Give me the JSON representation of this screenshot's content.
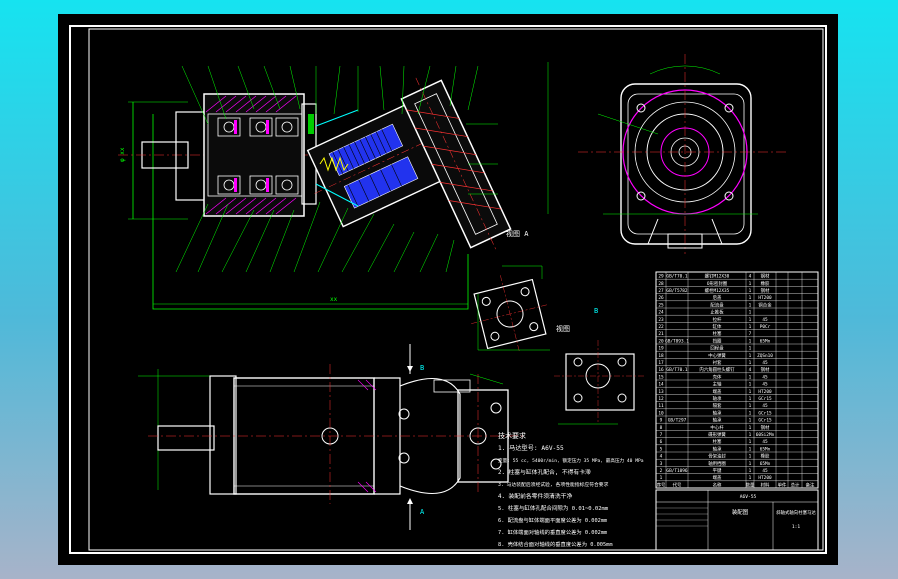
{
  "views": {
    "view_a_label": "视图 A",
    "view_b_label": "视图",
    "view_b_letter": "B",
    "section_letter_top": "B",
    "section_letter_bottom": "A",
    "dim_overall": "xx",
    "dim_height": "φ xx"
  },
  "notes": {
    "title": "技术要求",
    "lines": [
      "1. 马达型号:  A6V-55",
      "   变量: 55 cc, 5400r/min, 额定压力 35 MPa, 最高压力 40 MPa",
      "2. 柱塞与缸体孔配合, 不得有卡滞",
      "3. 马达装配后须经试验, 各项性能指标应符合要求",
      "4. 装配前各零件须清洗干净",
      "5. 柱塞与缸体孔配合间隙为 0.01~0.02mm",
      "6. 配流盘与缸体端面平面度公差为 0.002mm",
      "7. 缸体端面对轴线的垂直度公差为 0.002mm",
      "8. 壳体结合面对轴线的垂直度公差为 0.005mm"
    ]
  },
  "bom": {
    "rows": [
      {
        "no": "29",
        "code": "GB/T70.1",
        "name": "螺钉M12X30",
        "qty": "4",
        "mat": "钢材"
      },
      {
        "no": "28",
        "code": "",
        "name": "O形密封圈",
        "qty": "1",
        "mat": "橡胶"
      },
      {
        "no": "27",
        "code": "GB/T5782",
        "name": "螺栓M12X35",
        "qty": "1",
        "mat": "钢材"
      },
      {
        "no": "26",
        "code": "",
        "name": "后盖",
        "qty": "1",
        "mat": "HT200"
      },
      {
        "no": "25",
        "code": "",
        "name": "配流盘",
        "qty": "1",
        "mat": "铜合金"
      },
      {
        "no": "24",
        "code": "",
        "name": "止推板",
        "qty": "1",
        "mat": ""
      },
      {
        "no": "23",
        "code": "",
        "name": "拉杆",
        "qty": "1",
        "mat": "45"
      },
      {
        "no": "22",
        "code": "",
        "name": "缸体",
        "qty": "1",
        "mat": "P0Cr"
      },
      {
        "no": "21",
        "code": "",
        "name": "柱塞",
        "qty": "7",
        "mat": ""
      },
      {
        "no": "20",
        "code": "GB/T893.1",
        "name": "挡圈",
        "qty": "1",
        "mat": "65Mn"
      },
      {
        "no": "19",
        "code": "",
        "name": "回程盘",
        "qty": "1",
        "mat": ""
      },
      {
        "no": "18",
        "code": "",
        "name": "中心弹簧",
        "qty": "1",
        "mat": "ZQSn10"
      },
      {
        "no": "17",
        "code": "",
        "name": "衬套",
        "qty": "1",
        "mat": "45"
      },
      {
        "no": "16",
        "code": "GB/T70.1",
        "name": "内六角圆柱头螺钉",
        "qty": "4",
        "mat": "钢材"
      },
      {
        "no": "15",
        "code": "",
        "name": "壳体",
        "qty": "1",
        "mat": "45"
      },
      {
        "no": "14",
        "code": "",
        "name": "主轴",
        "qty": "1",
        "mat": "45"
      },
      {
        "no": "13",
        "code": "",
        "name": "端盖",
        "qty": "1",
        "mat": "HT200"
      },
      {
        "no": "12",
        "code": "",
        "name": "轴承",
        "qty": "1",
        "mat": "GCr15"
      },
      {
        "no": "11",
        "code": "",
        "name": "隔套",
        "qty": "1",
        "mat": "45"
      },
      {
        "no": "10",
        "code": "",
        "name": "轴承",
        "qty": "1",
        "mat": "GCr15"
      },
      {
        "no": "9",
        "code": "GB/T297",
        "name": "轴承",
        "qty": "1",
        "mat": "GCr15"
      },
      {
        "no": "8",
        "code": "",
        "name": "中心杆",
        "qty": "1",
        "mat": "钢材"
      },
      {
        "no": "7",
        "code": "",
        "name": "碟形弹簧",
        "qty": "1",
        "mat": "60Si2Mn"
      },
      {
        "no": "6",
        "code": "",
        "name": "柱塞",
        "qty": "1",
        "mat": "45"
      },
      {
        "no": "5",
        "code": "",
        "name": "轴承",
        "qty": "1",
        "mat": "65Mn"
      },
      {
        "no": "4",
        "code": "",
        "name": "骨架油封",
        "qty": "1",
        "mat": "橡胶"
      },
      {
        "no": "3",
        "code": "",
        "name": "轴用挡圈",
        "qty": "1",
        "mat": "65Mn"
      },
      {
        "no": "2",
        "code": "GB/T1096",
        "name": "平键",
        "qty": "1",
        "mat": "45"
      },
      {
        "no": "1",
        "code": "",
        "name": "端盖",
        "qty": "1",
        "mat": "HT200"
      }
    ],
    "header": [
      "序号",
      "代号",
      "名称",
      "数量",
      "材料",
      "单件",
      "总计",
      "备注"
    ],
    "title_block": {
      "drawing_no": "A6V-55",
      "assembly": "装配图",
      "name": "斜轴式轴向柱塞马达",
      "scale": "1:1"
    }
  },
  "colors": {
    "frame": "#ffffff",
    "outline": "#ffffff",
    "dim": "#00ff00",
    "section": "#ff0000",
    "hatch": "#ff00ff",
    "center": "#ff3333",
    "cyan": "#00ffff",
    "yellow": "#ffff00",
    "blue": "#3344ff"
  }
}
